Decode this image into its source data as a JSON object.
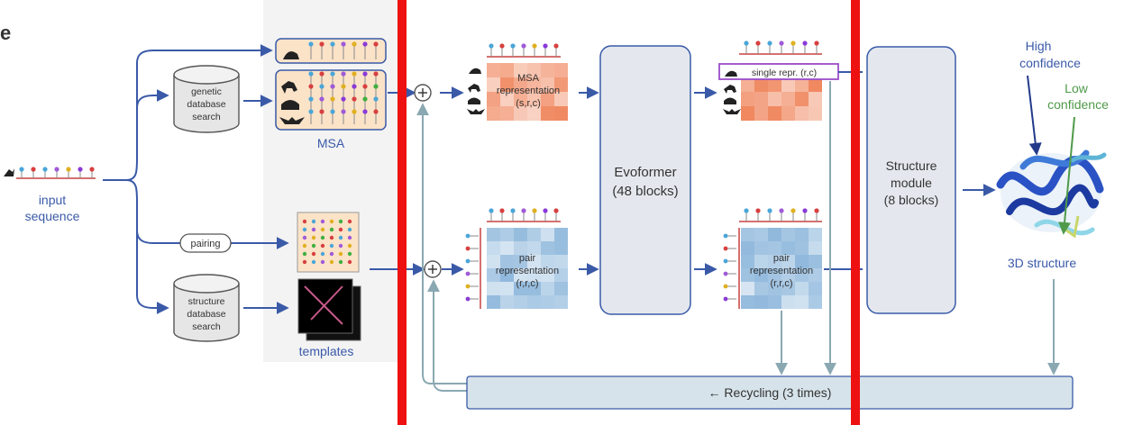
{
  "corner_letter": "e",
  "input": {
    "line1": "input",
    "line2": "sequence"
  },
  "genetic_search": {
    "line1": "genetic",
    "line2": "database",
    "line3": "search"
  },
  "structure_search": {
    "line1": "structure",
    "line2": "database",
    "line3": "search"
  },
  "pairing_label": "pairing",
  "msa_label": "MSA",
  "templates_label": "templates",
  "msa_repr": {
    "line1": "MSA",
    "line2": "representation",
    "line3": "(s,r,c)"
  },
  "pair_repr": {
    "line1": "pair",
    "line2": "representation",
    "line3": "(r,r,c)"
  },
  "pair_repr_out": {
    "line1": "pair",
    "line2": "representation",
    "line3": "(r,r,c)"
  },
  "single_repr": "single repr. (r,c)",
  "evoformer": {
    "line1": "Evoformer",
    "line2": "(48 blocks)"
  },
  "structure_module": {
    "line1": "Structure",
    "line2": "module",
    "line3": "(8 blocks)"
  },
  "high_confidence": {
    "line1": "High",
    "line2": "confidence"
  },
  "low_confidence": {
    "line1": "Low",
    "line2": "confidence"
  },
  "output_label": "3D structure",
  "recycling_label": "← Recycling (3 times)",
  "colors": {
    "arrow": "#3a5aa8",
    "recycle_arrow": "#8aa8b2",
    "highlight_bar": "#ee1111",
    "msa_cell": "#f08860",
    "pair_cell": "#8fb8dc",
    "box_fill": "#e4e8ee",
    "recycle_fill": "#d6e3ea",
    "single_repr_border": "#9a4cc8",
    "msa_panel": "#f3f3f3"
  }
}
